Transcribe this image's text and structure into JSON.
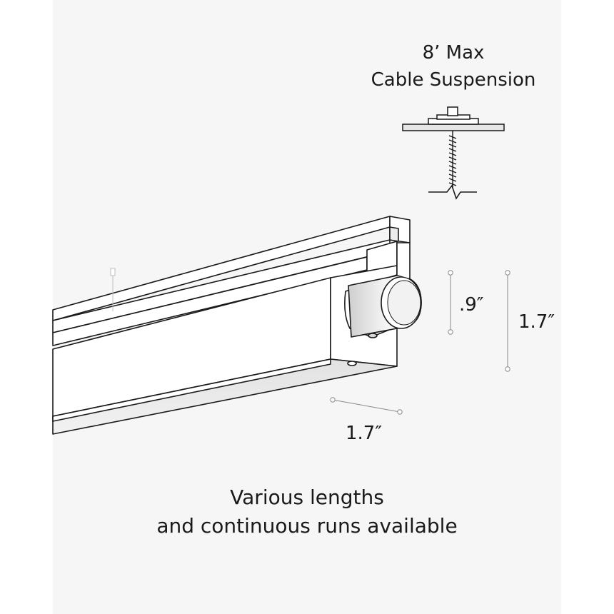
{
  "cable_suspension": {
    "line1": "8’ Max",
    "line2": "Cable Suspension"
  },
  "dimensions": {
    "height_small": ".9″",
    "height_large": "1.7″",
    "width": "1.7″"
  },
  "footer": {
    "line1": "Various lengths",
    "line2": "and continuous runs available"
  },
  "colors": {
    "background": "#f6f6f6",
    "outline": "#1a1a1a",
    "fixture_face": "#ffffff",
    "shade": "#e9e9e9",
    "dimension_line": "#8a8a8a"
  }
}
